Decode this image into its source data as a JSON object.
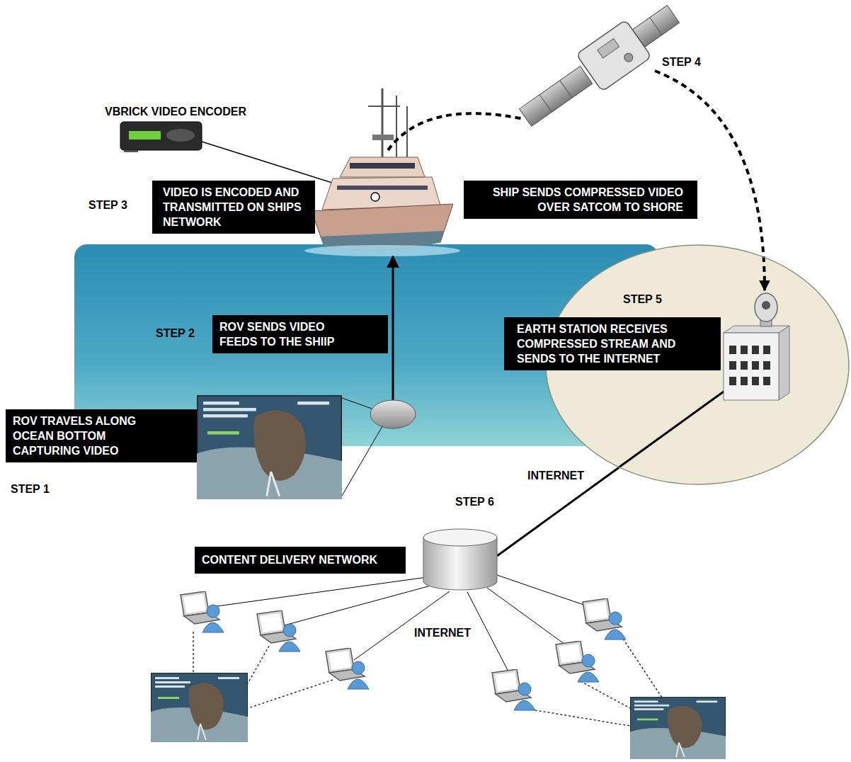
{
  "diagram": {
    "nodes": [
      {
        "text": [
          "VIDEO IS ENCODED AND TRANSMITTED ON SHIPS NETWORK"
        ]
      },
      {
        "text": [
          "SHIP SENDS COMPRESSED VIDEO OVER SATCOM TO SHORE"
        ]
      },
      {
        "text": [
          "ROV SENDS VIDEO FEEDS TO THE SHIIP"
        ]
      },
      {
        "text": [
          "STEP 5"
        ]
      },
      {
        "text": [
          "EARTH STATION RECEIVES COMPRESSED STREAM AND SENDS TO THE INTERNET"
        ],
        "in": 3
      },
      {
        "text": [
          "ROV TRAVELS ALONG OCEAN BOTTOM CAPTURING VIDEO"
        ]
      },
      {
        "text": [
          "CONTENT DELIVERY NETWORK"
        ]
      }
    ],
    "edges": [
      {
        "from": 3,
        "to": 6,
        "arrow": "none",
        "label": "INTERNET"
      }
    ],
    "labels": [
      "VBRICK VIDEO ENCODER",
      "STEP 4",
      "STEP 3",
      "STEP 2",
      "STEP 1",
      "STEP 6",
      "INTERNET"
    ]
  }
}
